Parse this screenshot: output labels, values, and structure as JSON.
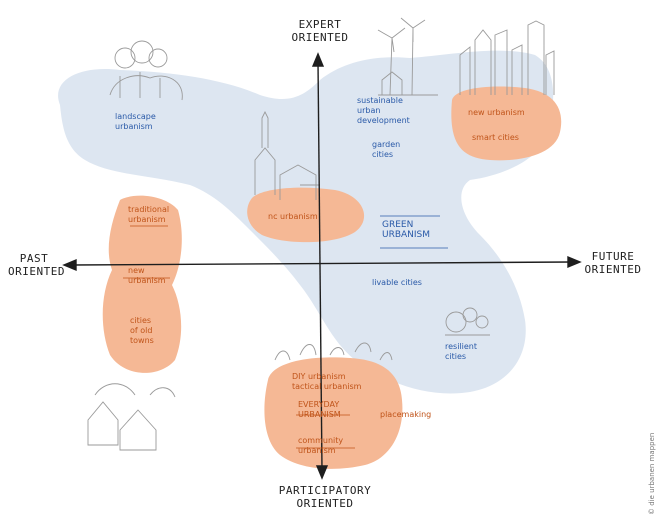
{
  "axes": {
    "top": "EXPERT\nORIENTED",
    "bottom": "PARTICIPATORY\nORIENTED",
    "left": "PAST\nORIENTED",
    "right": "FUTURE\nORIENTED"
  },
  "labels": {
    "sustainable_development": "sustainable\nurban\ndevelopment",
    "garden_cities": "garden\ncities",
    "top_left_blue": "landscape\nurbanism",
    "new_urbanism_orange_top": "new urbanism",
    "smart_cities": "smart cities",
    "green_urbanism": "GREEN\nURBANISM",
    "nc_urbanism": "nc urbanism",
    "traditional_urbanism": "traditional\nurbanism",
    "new_urbanism_left": "new\nurbanism",
    "city_of_old_towns": "cities\nof old\ntowns",
    "liveable_cities": "livable cities",
    "resilient_cities": "resilient\ncities",
    "participatory_list": "DIY urbanism\ntactical urbanism",
    "everyday_urbanism": "EVERYDAY\nURBANISM",
    "placemaking": "placemaking",
    "community_urbanism": "community\nurbanism",
    "credit": "© die urbanen mappen"
  },
  "colors": {
    "blue_blob": "#dde6f1",
    "orange_blob": "#f5b895",
    "blue_text": "#2a5aa8",
    "orange_text": "#c0541a",
    "axis": "#1e1e1e"
  }
}
